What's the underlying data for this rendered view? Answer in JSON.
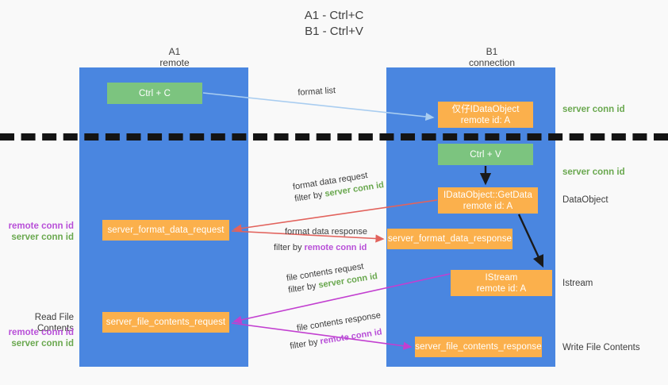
{
  "title": {
    "line1": "A1 - Ctrl+C",
    "line2": "B1 - Ctrl+V"
  },
  "columns": {
    "left": {
      "name": "A1",
      "role": "remote"
    },
    "right": {
      "name": "B1",
      "role": "connection"
    }
  },
  "colors": {
    "lane": "#4a86e0",
    "green_box": "#7cc47f",
    "orange_box": "#fbb04c",
    "server_conn_id": "#6aa84f",
    "remote_conn_id": "#b84fd8",
    "blue_arrow": "#a9cdf0",
    "red_arrow": "#e2635d",
    "magenta_arrow": "#c23fd0",
    "black_arrow": "#1a1a1a",
    "background": "#f9f9f9"
  },
  "boxes": {
    "ctrl_c": {
      "line1": "Ctrl + C"
    },
    "idataobject": {
      "line1": "仅仔IDataObject",
      "line2": "remote id: A"
    },
    "ctrl_v": {
      "line1": "Ctrl + V"
    },
    "getdata": {
      "line1": "IDataObject::GetData",
      "line2": "remote id: A"
    },
    "server_format_data_request": {
      "line1": "server_format_data_request"
    },
    "server_format_data_response": {
      "line1": "server_format_data_response"
    },
    "istream": {
      "line1": "IStream",
      "line2": "remote id: A"
    },
    "server_file_contents_request": {
      "line1": "server_file_contents_request"
    },
    "server_file_contents_response": {
      "line1": "server_file_contents_response"
    }
  },
  "edge_labels": {
    "format_list": "format list",
    "format_data_request": "format data request",
    "format_data_request_filter_prefix": "filter by ",
    "format_data_request_filter_value": "server conn id",
    "format_data_response": "format data response",
    "format_data_response_filter_prefix": "filter by ",
    "format_data_response_filter_value": "remote conn id",
    "file_contents_request": "file contents request",
    "file_contents_request_filter_prefix": "filter by ",
    "file_contents_request_filter_value": "server conn id",
    "file_contents_response": "file contents response",
    "file_contents_response_filter_prefix": "filter by ",
    "file_contents_response_filter_value": "remote conn id"
  },
  "right_notes": {
    "server_conn_id_top": "server conn id",
    "server_conn_id_mid": "server conn id",
    "dataobject": "DataObject",
    "istream": "Istream",
    "write_file_contents": "Write File Contents"
  },
  "left_notes": {
    "remote_conn_id_1": "remote conn id",
    "server_conn_id_1": "server conn id",
    "read_file_contents": "Read File Contents",
    "remote_conn_id_2": "remote conn id",
    "server_conn_id_2": "server conn id"
  }
}
